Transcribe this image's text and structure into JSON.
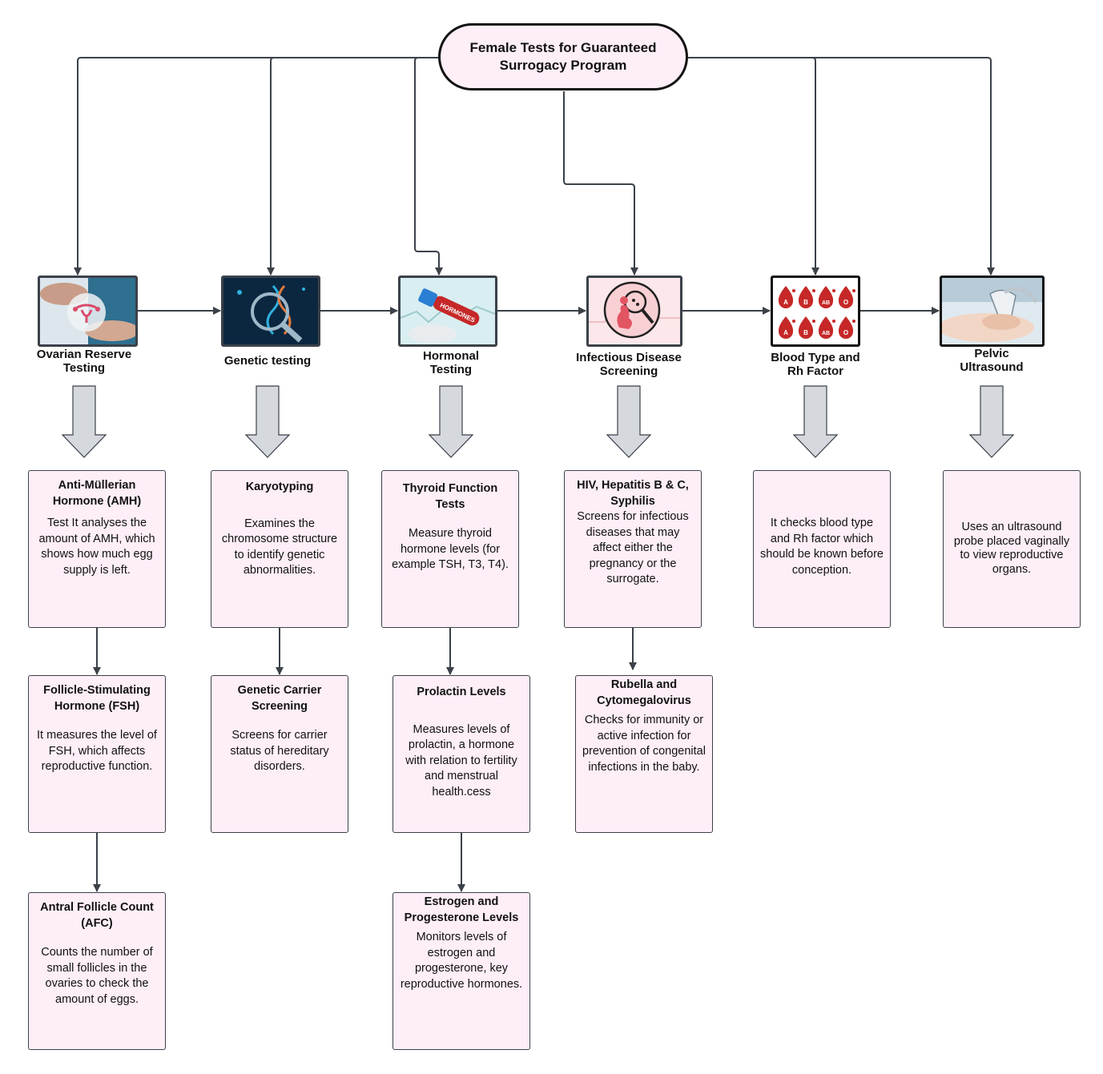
{
  "title": "Female Tests for Guaranteed Surrogacy Program",
  "colors": {
    "card_fill": "#fdeef8",
    "line": "#3b4149",
    "arrow_fill": "#d5d9de",
    "blood": "#c62828"
  },
  "categories": [
    {
      "label": "Ovarian Reserve Testing",
      "icon": "uterus-hands-icon"
    },
    {
      "label": "Genetic testing",
      "icon": "dna-magnifier-icon"
    },
    {
      "label": "Hormonal Testing",
      "icon": "hormones-tube-icon"
    },
    {
      "label": "Infectious Disease Screening",
      "icon": "pregnant-search-icon"
    },
    {
      "label": "Blood Type and Rh Factor",
      "icon": "blood-drops-icon"
    },
    {
      "label": "Pelvic Ultrasound",
      "icon": "ultrasound-probe-icon"
    }
  ],
  "blood_types": [
    "A",
    "B",
    "AB",
    "O",
    "A",
    "B",
    "AB",
    "O"
  ],
  "hormones_tube_text": "HORMONES",
  "cards": {
    "amh": {
      "title": "Anti-Müllerian Hormone (AMH)",
      "desc": "Test It analyses the amount of AMH, which shows how much egg supply is left."
    },
    "fsh": {
      "title": "Follicle-Stimulating Hormone (FSH)",
      "desc": "It measures the level of FSH, which affects reproductive function."
    },
    "afc": {
      "title": "Antral Follicle Count (AFC)",
      "desc": "Counts the number of small follicles in the ovaries to check the amount of eggs."
    },
    "karyotyping": {
      "title": "Karyotyping",
      "desc": "Examines the chromosome structure to identify genetic abnormalities."
    },
    "carrier": {
      "title": "Genetic Carrier Screening",
      "desc": "Screens for carrier status of hereditary disorders."
    },
    "thyroid": {
      "title": "Thyroid Function Tests",
      "desc": "Measure thyroid hormone levels (for example TSH, T3, T4)."
    },
    "prolactin": {
      "title": "Prolactin Levels",
      "desc": "Measures levels of prolactin, a hormone with relation to fertility and menstrual health.cess"
    },
    "estrogen": {
      "title": "Estrogen and Progesterone Levels",
      "desc": "Monitors levels of estrogen and progesterone, key reproductive hormones."
    },
    "hiv": {
      "title": "HIV, Hepatitis B & C, Syphilis",
      "desc": "Screens for infectious diseases that may affect either the pregnancy or the surrogate."
    },
    "rubella": {
      "title": "Rubella and Cytomegalovirus",
      "desc": "Checks for immunity or active infection for prevention of congenital infections in the baby."
    },
    "blood": {
      "desc": "It checks blood type and Rh factor which should be known before conception."
    },
    "ultrasound": {
      "desc": "Uses an ultrasound probe placed vaginally to view reproductive organs."
    }
  }
}
